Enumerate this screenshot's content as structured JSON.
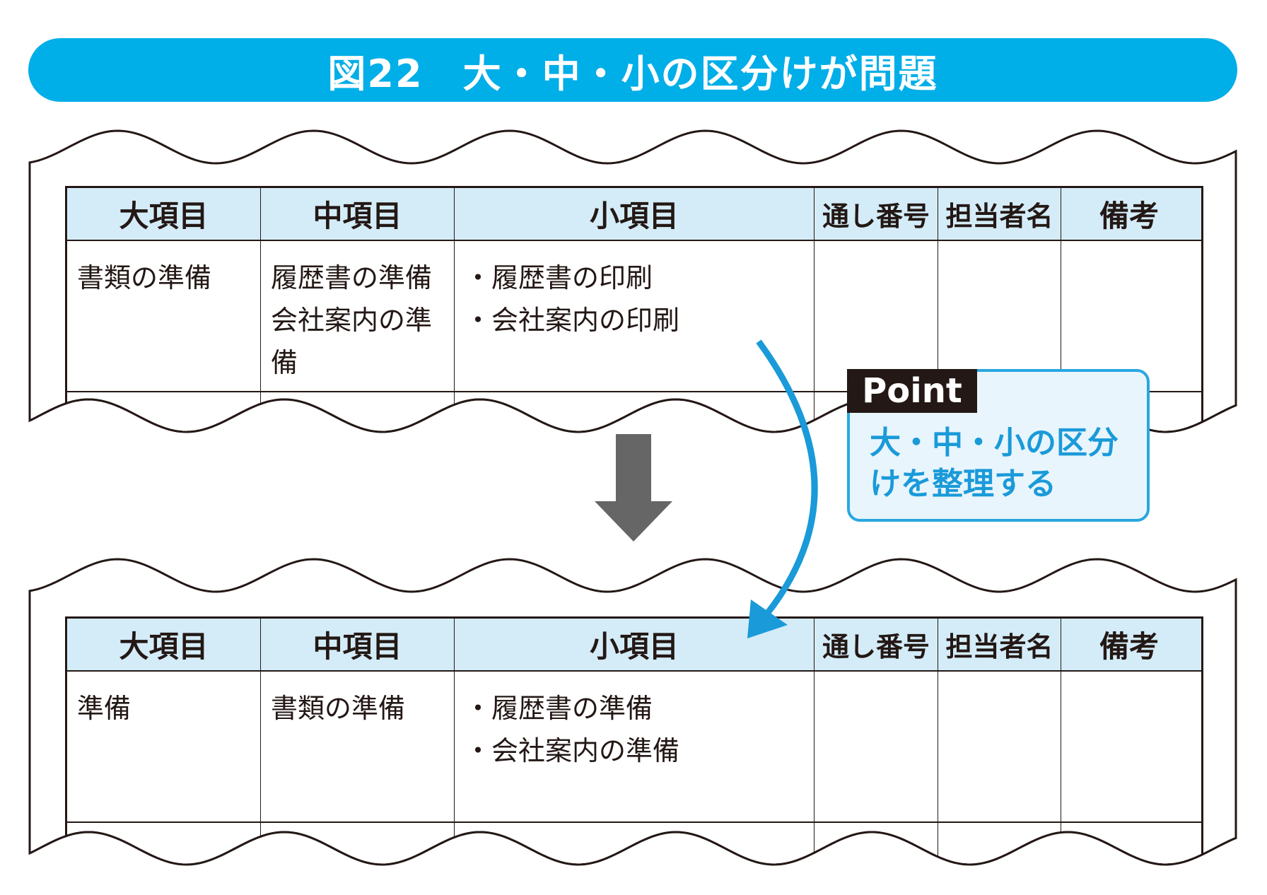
{
  "title": "図22　大・中・小の区分けが問題",
  "colors": {
    "accent": "#00aee8",
    "header_bg": "#d4ecf8",
    "point_blue": "#1a9ad9",
    "arrow_gray": "#666666"
  },
  "headers": [
    "大項目",
    "中項目",
    "小項目",
    "通し番号",
    "担当者名",
    "備考"
  ],
  "before": {
    "row": [
      [
        "書類の準備"
      ],
      [
        "履歴書の準備",
        "会社案内の準",
        "備"
      ],
      [
        "・履歴書の印刷",
        "・会社案内の印刷"
      ],
      [],
      [],
      []
    ]
  },
  "after": {
    "row": [
      [
        "準備"
      ],
      [
        "書類の準備"
      ],
      [
        "・履歴書の準備",
        "・会社案内の準備"
      ],
      [],
      [],
      []
    ]
  },
  "point": {
    "label": "Point",
    "lines": [
      "大・中・小の区分",
      "けを整理する"
    ]
  }
}
